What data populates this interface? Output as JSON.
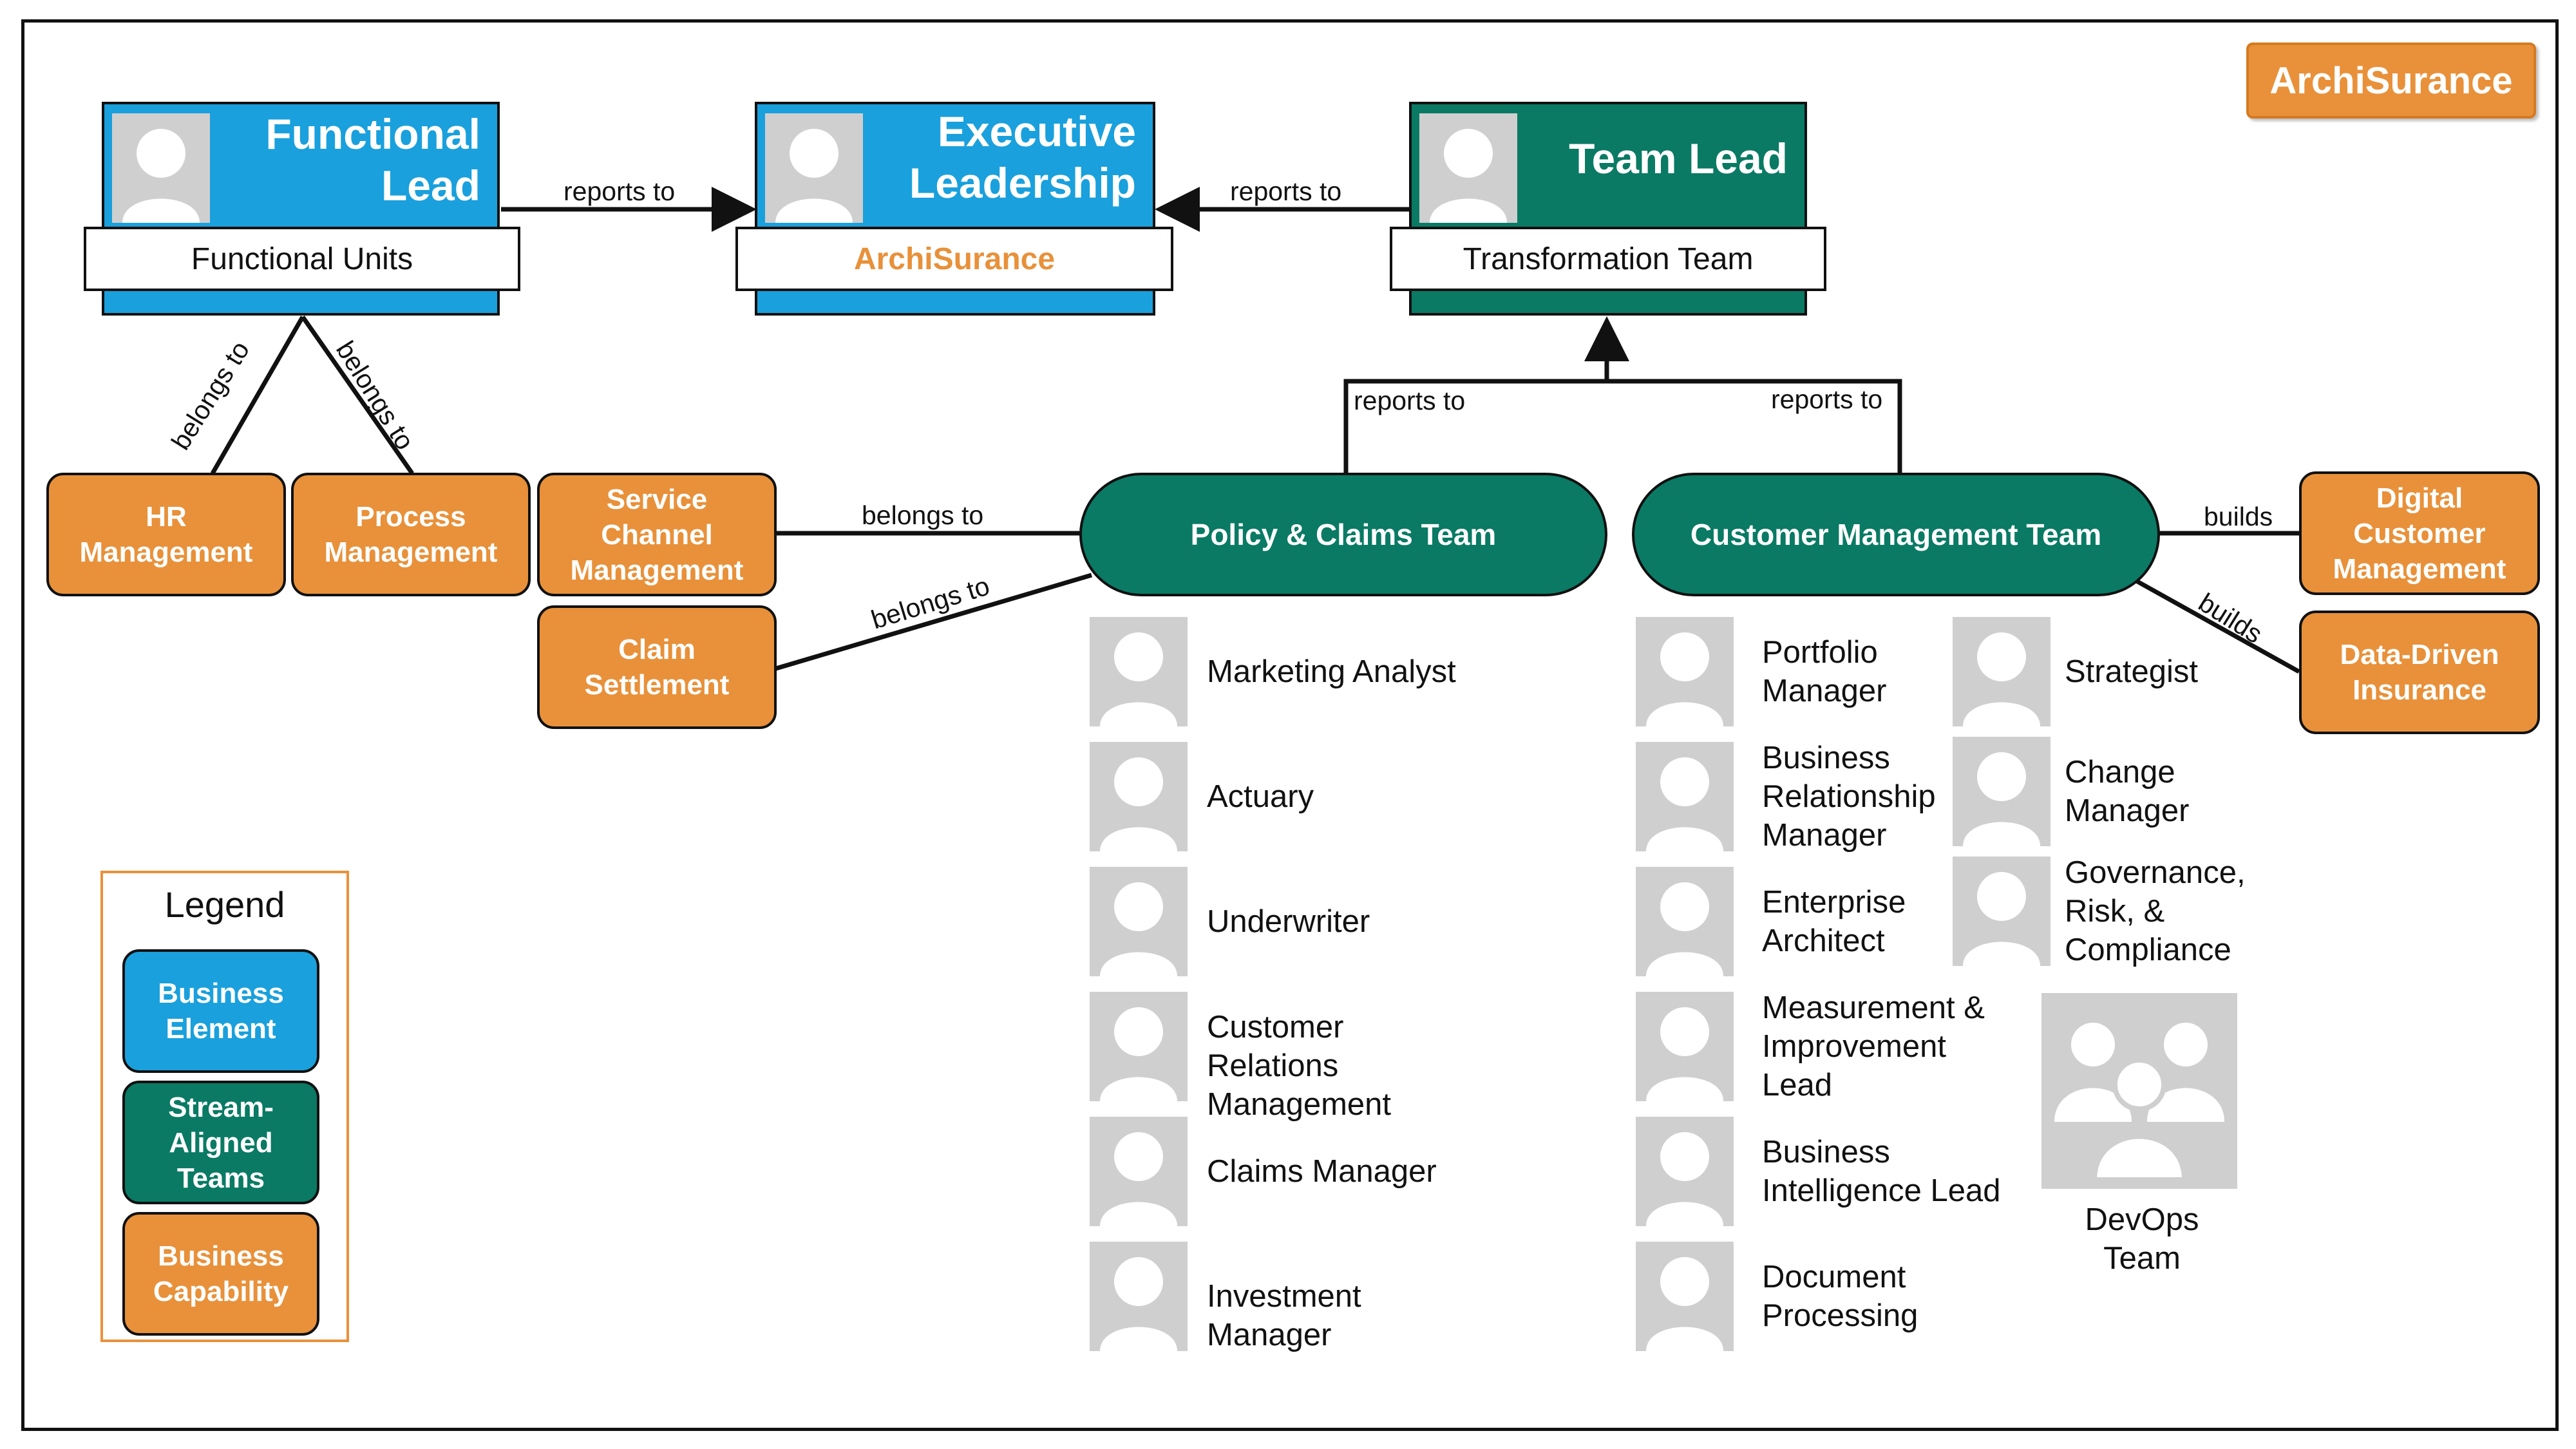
{
  "brand": "ArchiSurance",
  "roles": {
    "functional_lead": {
      "title": "Functional\nLead",
      "unit": "Functional Units"
    },
    "executive": {
      "title": "Executive\nLeadership",
      "unit": "ArchiSurance"
    },
    "team_lead": {
      "title": "Team Lead",
      "unit": "Transformation Team"
    }
  },
  "capabilities": {
    "hr": "HR\nManagement",
    "process": "Process\nManagement",
    "service_channel": "Service\nChannel\nManagement",
    "claim_settlement": "Claim\nSettlement",
    "digital_customer": "Digital\nCustomer\nManagement",
    "data_driven": "Data-Driven\nInsurance"
  },
  "teams": {
    "policy_claims": "Policy & Claims Team",
    "customer_mgmt": "Customer Management Team"
  },
  "relations": {
    "reports_to": "reports to",
    "belongs_to": "belongs to",
    "builds": "builds"
  },
  "policy_members": [
    "Marketing Analyst",
    "Actuary",
    "Underwriter",
    "Customer Relations\nManagement",
    "Claims Manager",
    "Investment Manager"
  ],
  "customer_members_col1": [
    "Portfolio\nManager",
    "Business\nRelationship\nManager",
    "Enterprise\nArchitect",
    "Measurement &\nImprovement\nLead",
    "Business\nIntelligence Lead",
    "Document\nProcessing"
  ],
  "customer_members_col2": [
    "Strategist",
    "Change\nManager",
    "Governance,\nRisk, &\nCompliance"
  ],
  "devops_label": "DevOps Team",
  "legend": {
    "title": "Legend",
    "items": [
      "Business\nElement",
      "Stream-\nAligned\nTeams",
      "Business\nCapability"
    ]
  },
  "colors": {
    "business_element": "#1aa0dc",
    "stream_aligned": "#0a7a64",
    "capability": "#e8913a",
    "brand_text": "#e8913a"
  }
}
